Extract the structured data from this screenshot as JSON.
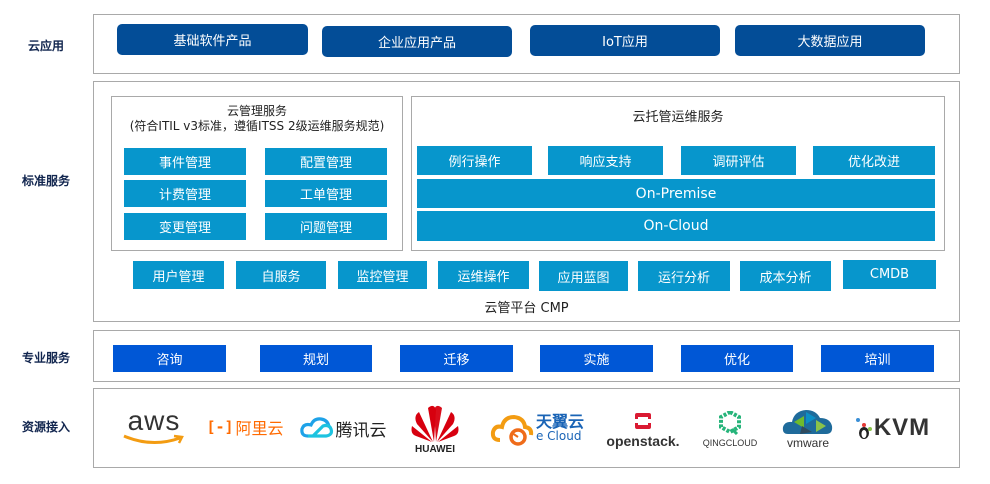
{
  "rows": {
    "cloud_apps": "云应用",
    "standard_services": "标准服务",
    "professional_services": "专业服务",
    "resource_access": "资源接入"
  },
  "cloud_apps": [
    "基础软件产品",
    "企业应用产品",
    "IoT应用",
    "大数据应用"
  ],
  "cloud_mgmt": {
    "title": "云管理服务",
    "subtitle": "(符合ITIL v3标准，遵循ITSS 2级运维服务规范)",
    "items": [
      "事件管理",
      "配置管理",
      "计费管理",
      "工单管理",
      "变更管理",
      "问题管理"
    ]
  },
  "managed_ops": {
    "title": "云托管运维服务",
    "items": [
      "例行操作",
      "响应支持",
      "调研评估",
      "优化改进"
    ],
    "on_premise": "On-Premise",
    "on_cloud": "On-Cloud"
  },
  "cmp": {
    "items": [
      "用户管理",
      "自服务",
      "监控管理",
      "运维操作",
      "应用蓝图",
      "运行分析",
      "成本分析",
      "CMDB"
    ],
    "caption": "云管平台 CMP"
  },
  "professional": [
    "咨询",
    "规划",
    "迁移",
    "实施",
    "优化",
    "培训"
  ],
  "resources": {
    "aws": "aws",
    "aliyun": "阿里云",
    "tencent": "腾讯云",
    "huawei": "HUAWEI",
    "ecloud_cn": "天翼云",
    "ecloud_en": "e Cloud",
    "openstack": "openstack.",
    "qingcloud": "QINGCLOUD",
    "vmware": "vmware",
    "kvm": "KVM"
  },
  "colors": {
    "app_blue": "#034d97",
    "tile_blue": "#0796cc",
    "pro_blue": "#0057d6",
    "label_navy": "#12264f"
  }
}
